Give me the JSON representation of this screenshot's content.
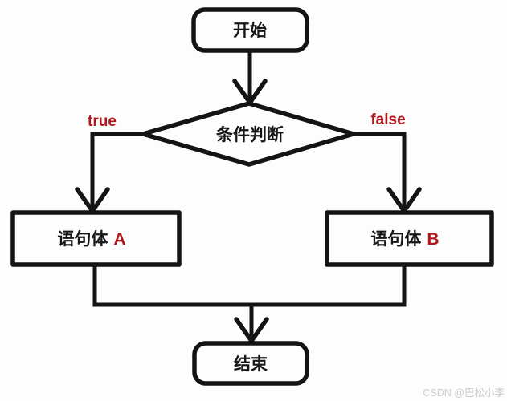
{
  "diagram": {
    "nodes": {
      "start": {
        "label": "开始",
        "shape": "rounded-rect"
      },
      "condition": {
        "label": "条件判断",
        "shape": "diamond"
      },
      "branch_a": {
        "label": "语句体",
        "suffix": "A",
        "shape": "rect"
      },
      "branch_b": {
        "label": "语句体",
        "suffix": "B",
        "shape": "rect"
      },
      "end": {
        "label": "结束",
        "shape": "rounded-rect"
      }
    },
    "edges": {
      "true_label": "true",
      "false_label": "false"
    },
    "colors": {
      "line": "#141414",
      "accent_red": "#b2161d",
      "watermark_gray": "#cbcbcd"
    }
  },
  "watermark": {
    "text": "CSDN @巴松小李"
  }
}
